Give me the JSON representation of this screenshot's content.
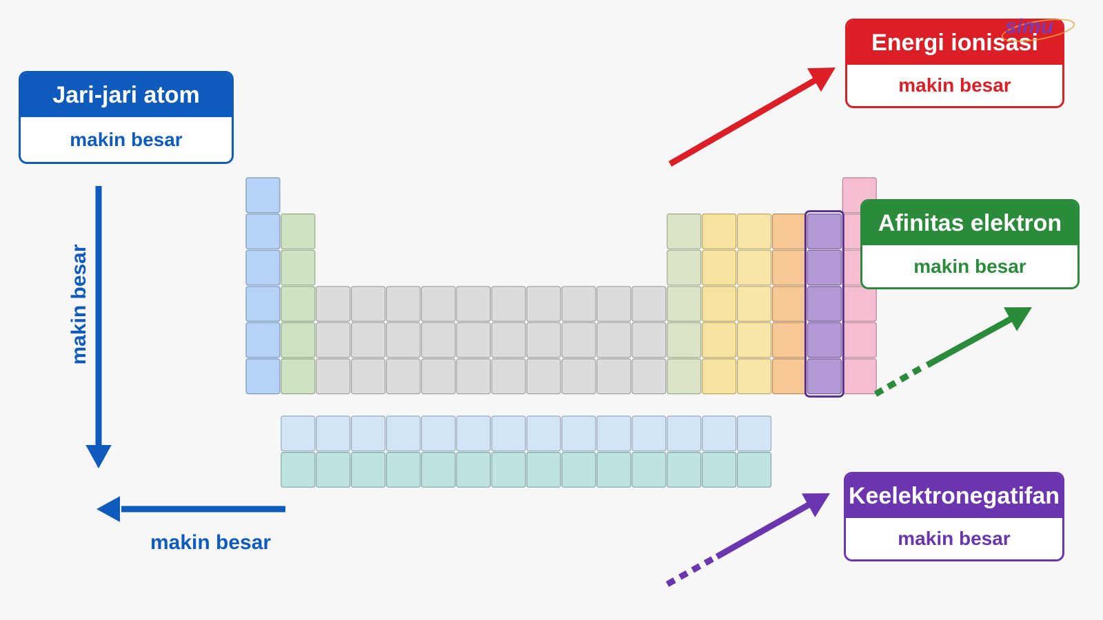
{
  "colors": {
    "blue": "#0f5bbd",
    "red": "#dc1f26",
    "green": "#2a8c3a",
    "purple": "#6b35b0"
  },
  "jari_jari": {
    "title": "Jari-jari atom",
    "subtitle": "makin besar",
    "down_label": "makin besar",
    "left_label": "makin besar"
  },
  "energi_ionisasi": {
    "title": "Energi ionisasi",
    "subtitle": "makin besar"
  },
  "afinitas_elektron": {
    "title": "Afinitas elektron",
    "subtitle": "makin besar"
  },
  "keelektronegatifan": {
    "title": "Keelektronegatifan",
    "subtitle": "makin besar"
  },
  "watermark": "simu",
  "periodic_table": {
    "periods": 6,
    "groups": 18,
    "lanthanide_actinide_rows": 2,
    "lanthanide_actinide_columns": 14,
    "highlighted_group": 17,
    "group_colors": {
      "1": "#b6d3f7",
      "2": "#cfe3c2",
      "3-10": "#dcdcdc",
      "13": "#d9e5c6",
      "14": "#f6e3a0",
      "15": "#f8e6a8",
      "16": "#f7c796",
      "17": "#b39ad6",
      "18": "#f4bdd1",
      "f-block-1": "#d2e5f7",
      "f-block-2": "#bfe3e1"
    }
  }
}
